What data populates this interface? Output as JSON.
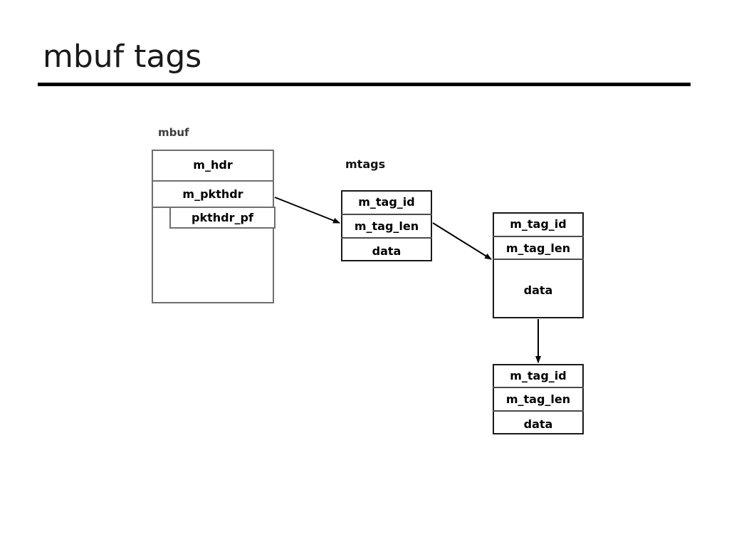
{
  "slide": {
    "title": "mbuf tags",
    "background_color": "#ffffff",
    "rule_color": "#000000"
  },
  "diagram": {
    "type": "block-diagram",
    "labels": {
      "mbuf": "mbuf",
      "mtags": "mtags"
    },
    "mbuf_struct": {
      "label": "mbuf",
      "border_color": "#6e6e6e",
      "fields": [
        {
          "name": "m_hdr",
          "label": "m_hdr"
        },
        {
          "name": "m_pkthdr",
          "label": "m_pkthdr"
        },
        {
          "name": "pkthdr_pf",
          "label": "pkthdr_pf",
          "nested": true
        },
        {
          "name": "data_area",
          "label": ""
        }
      ]
    },
    "mtag_nodes": [
      {
        "id": "mtag-1",
        "label_group": "mtags",
        "border_color": "#1a1a1a",
        "fields": [
          {
            "name": "m_tag_id",
            "label": "m_tag_id"
          },
          {
            "name": "m_tag_len",
            "label": "m_tag_len"
          },
          {
            "name": "data",
            "label": "data"
          }
        ]
      },
      {
        "id": "mtag-2",
        "border_color": "#1a1a1a",
        "fields": [
          {
            "name": "m_tag_id",
            "label": "m_tag_id"
          },
          {
            "name": "m_tag_len",
            "label": "m_tag_len"
          },
          {
            "name": "data",
            "label": "data"
          }
        ]
      },
      {
        "id": "mtag-3",
        "border_color": "#1a1a1a",
        "fields": [
          {
            "name": "m_tag_id",
            "label": "m_tag_id"
          },
          {
            "name": "m_tag_len",
            "label": "m_tag_len"
          },
          {
            "name": "data",
            "label": "data"
          }
        ]
      }
    ],
    "connectors": [
      {
        "name": "mbuf-to-mtag1",
        "from": "m_pkthdr",
        "to": "mtag-1",
        "style": "arrow",
        "color": "#000000"
      },
      {
        "name": "mtag1-to-mtag2",
        "from": "mtag-1",
        "to": "mtag-2",
        "style": "arrow",
        "color": "#000000"
      },
      {
        "name": "mtag2-to-mtag3",
        "from": "mtag-2",
        "to": "mtag-3",
        "style": "arrow",
        "color": "#000000"
      }
    ]
  }
}
